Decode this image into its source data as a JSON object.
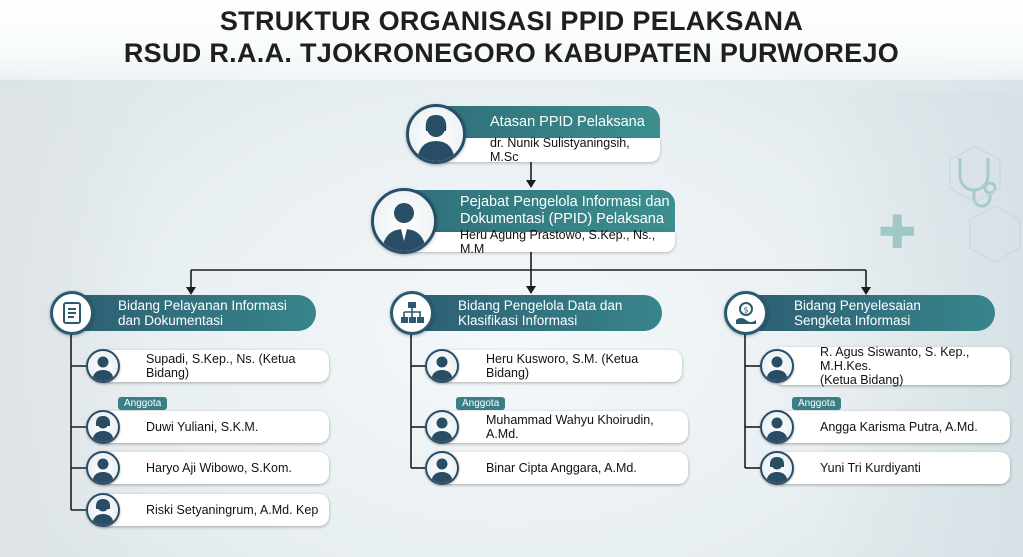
{
  "title": {
    "line1": "STRUKTUR ORGANISASI PPID PELAKSANA",
    "line2": "RSUD R.A.A. TJOKRONEGORO KABUPATEN PURWOREJO"
  },
  "top": {
    "atasan": {
      "role": "Atasan PPID Pelaksana",
      "name": "dr. Nunik Sulistyaningsih, M.Sc"
    },
    "pejabat": {
      "role_line1": "Pejabat Pengelola Informasi dan",
      "role_line2": "Dokumentasi (PPID) Pelaksana",
      "name": "Heru Agung Prastowo, S.Kep., Ns., M.M"
    }
  },
  "anggota_label": "Anggota",
  "bidang": [
    {
      "title_line1": "Bidang Pelayanan Informasi",
      "title_line2": "dan Dokumentasi",
      "icon": "document-icon",
      "ketua": "Supadi, S.Kep., Ns. (Ketua Bidang)",
      "anggota": [
        "Duwi Yuliani, S.K.M.",
        "Haryo Aji Wibowo, S.Kom.",
        "Riski Setyaningrum, A.Md. Kep"
      ]
    },
    {
      "title_line1": "Bidang Pengelola Data dan",
      "title_line2": "Klasifikasi Informasi",
      "icon": "hierarchy-icon",
      "ketua": "Heru Kusworo, S.M. (Ketua Bidang)",
      "anggota": [
        "Muhammad Wahyu Khoirudin, A.Md.",
        "Binar Cipta Anggara, A.Md."
      ]
    },
    {
      "title_line1": "Bidang Penyelesaian",
      "title_line2": "Sengketa Informasi",
      "icon": "dispute-icon",
      "ketua_line1": "R. Agus Siswanto, S. Kep., M.H.Kes.",
      "ketua_line2": "(Ketua Bidang)",
      "anggota": [
        "Angga Karisma Putra, A.Md.",
        "Yuni Tri Kurdiyanti"
      ]
    }
  ]
}
